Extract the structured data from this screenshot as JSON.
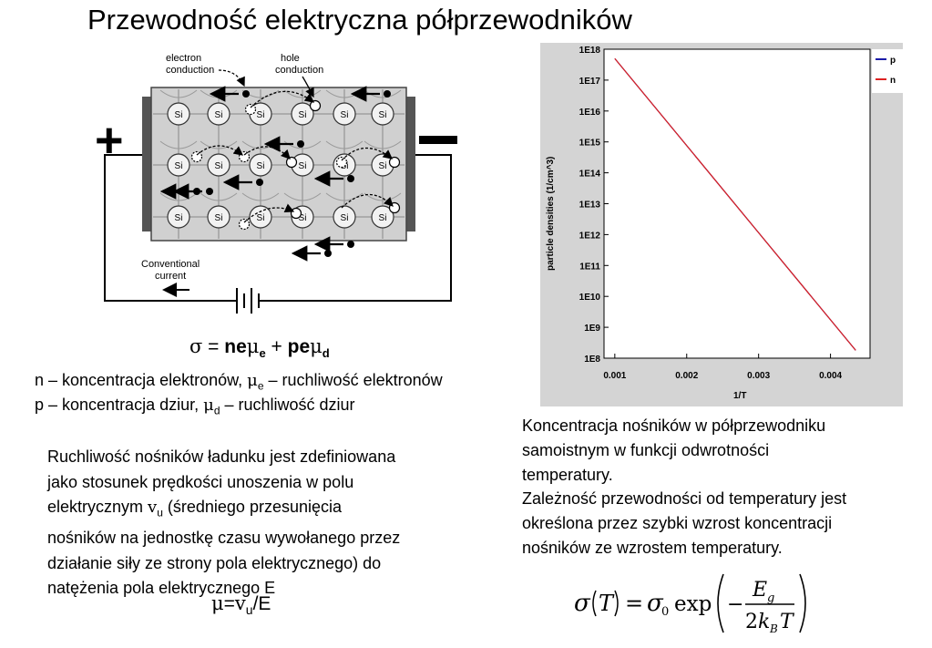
{
  "slide": {
    "title": "Przewodność elektryczna półprzewodników"
  },
  "diagram": {
    "electron_label_1": "electron",
    "electron_label_2": "conduction",
    "hole_label_1": "hole",
    "hole_label_2": "conduction",
    "atom_label": "Si",
    "plus_sign": "+",
    "minus_sign": "−",
    "current_label_1": "Conventional",
    "current_label_2": "current"
  },
  "conductivity": {
    "sigma": "σ",
    "eq": " = ",
    "n_e": "ne",
    "mu": "μ",
    "sub_e": "e",
    "plus": " + ",
    "p_e": "pe",
    "sub_d": "d"
  },
  "definitions": {
    "line1_a": "n – koncentracja elektronów, ",
    "line1_mu": "μ",
    "line1_sub": "e",
    "line1_b": " – ruchliwość elektronów",
    "line2_a": "p – koncentracja dziur, ",
    "line2_mu": "μ",
    "line2_sub": "d",
    "line2_b": " – ruchliwość dziur"
  },
  "mobility": {
    "line1": "Ruchliwość nośników ładunku jest zdefiniowana",
    "line2": "jako stosunek prędkości unoszenia w polu",
    "line3_a": "elektrycznym ",
    "line3_v": "v",
    "line3_sub": "u",
    "line3_b": " (średniego przesunięcia",
    "line4": "nośników na jednostkę czasu wywołanego przez",
    "line5": "działanie siły ze strony pola elektrycznego) do",
    "line6": "natężenia pola elektrycznego E",
    "formula_mu": "μ",
    "formula_eq": "=",
    "formula_v": "v",
    "formula_sub": "u",
    "formula_rest": "/E"
  },
  "caption": {
    "line1": "Koncentracja nośników w półprzewodniku",
    "line2": "samoistnym w funkcji odwrotności",
    "line3": "temperatury.",
    "line4": "Zależność przewodności od temperatury jest",
    "line5": "określona przez szybki wzrost koncentracji",
    "line6": "nośników ze wzrostem  temperatury."
  },
  "sigmaT_formula": {
    "sigma": "σ",
    "T": "T",
    "eq": "=",
    "sigma0": "σ",
    "sub0": "0",
    "exp": "exp",
    "minus": "−",
    "Eg": "E",
    "g": "g",
    "two": "2",
    "k": "k",
    "B": "B",
    "T2": "T"
  },
  "chart_data": {
    "type": "line",
    "title": "",
    "xlabel": "1/T",
    "ylabel": "particle densities (1/cm^3)",
    "x_ticks": [
      "0.001",
      "0.002",
      "0.003",
      "0.004"
    ],
    "y_ticks": [
      "1E8",
      "1E9",
      "1E10",
      "1E11",
      "1E12",
      "1E13",
      "1E14",
      "1E15",
      "1E16",
      "1E17",
      "1E18"
    ],
    "xlim": [
      0.00085,
      0.00455
    ],
    "ylim_log10": [
      8,
      18
    ],
    "y_scale": "log",
    "grid": false,
    "legend_position": "top-right",
    "series": [
      {
        "name": "p",
        "color": "#1a1aa8",
        "x": [
          0.001,
          0.00435
        ],
        "y": [
          5e+17,
          180000000.0
        ]
      },
      {
        "name": "n",
        "color": "#dd2222",
        "x": [
          0.001,
          0.00435
        ],
        "y": [
          5e+17,
          180000000.0
        ]
      }
    ]
  }
}
